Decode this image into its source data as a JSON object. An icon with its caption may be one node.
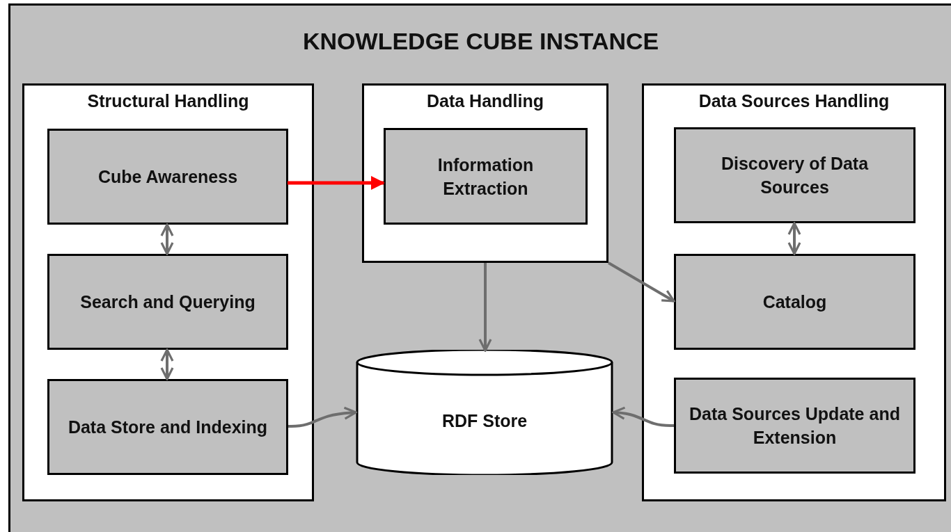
{
  "diagram": {
    "nodes": [
      {
        "text": [
          "KNOWLEDGE CUBE INSTANCE"
        ]
      },
      {
        "text": [
          "Structural Handling"
        ],
        "in": 0
      },
      {
        "text": [
          "Cube Awareness"
        ],
        "in": 1
      },
      {
        "text": [
          "Search and Querying"
        ],
        "in": 1
      },
      {
        "text": [
          "Data Store and Indexing"
        ],
        "in": 1
      },
      {
        "text": [
          "Data Handling"
        ],
        "in": 0
      },
      {
        "text": [
          "Information Extraction"
        ],
        "in": 5
      },
      {
        "text": [
          "RDF Store"
        ],
        "in": 0
      },
      {
        "text": [
          "Data Sources Handling"
        ],
        "in": 0
      },
      {
        "text": [
          "Discovery of Data Sources"
        ],
        "in": 8
      },
      {
        "text": [
          "Catalog"
        ],
        "in": 8
      },
      {
        "text": [
          "Data Sources Update and Extension"
        ],
        "in": 8
      }
    ],
    "edges": [
      {
        "from": 2,
        "to": 6,
        "arrow": "to",
        "color": "#ff0000"
      },
      {
        "from": 2,
        "to": 3,
        "arrow": "both"
      },
      {
        "from": 3,
        "to": 4,
        "arrow": "both"
      },
      {
        "from": 9,
        "to": 10,
        "arrow": "both"
      },
      {
        "from": 5,
        "to": 7,
        "arrow": "to"
      },
      {
        "from": 5,
        "to": 10,
        "arrow": "to"
      },
      {
        "from": 4,
        "to": 7,
        "arrow": "to"
      },
      {
        "from": 11,
        "to": 7,
        "arrow": "to"
      }
    ]
  }
}
